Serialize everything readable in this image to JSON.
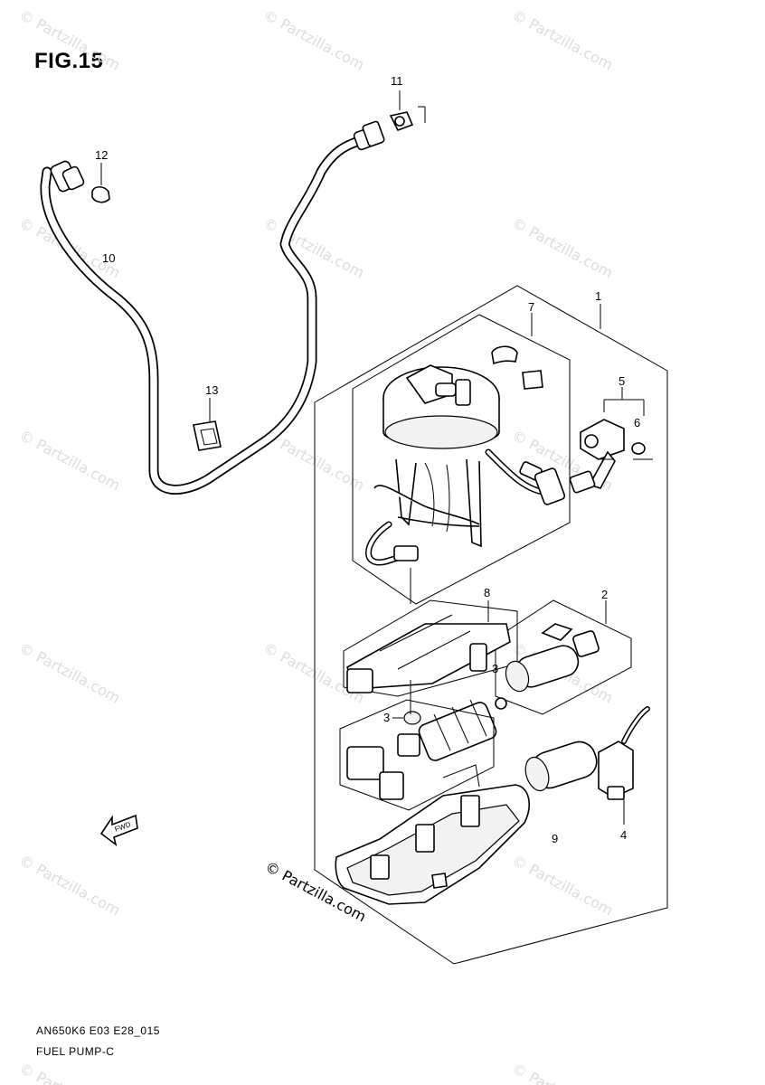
{
  "figure": {
    "title": "FIG.15",
    "model_code": "AN650K6 E03 E28_015",
    "caption": "FUEL PUMP-C"
  },
  "callouts": {
    "c1": "1",
    "c2": "2",
    "c3a": "3",
    "c3b": "3",
    "c4": "4",
    "c5": "5",
    "c6": "6",
    "c7": "7",
    "c8": "8",
    "c9": "9",
    "c10": "10",
    "c11": "11",
    "c12": "12",
    "c13": "13"
  },
  "direction_arrow": {
    "label": "FWD"
  },
  "watermark": {
    "text": "© Partzilla.com",
    "copyright_notice": "© Partzilla.com"
  }
}
